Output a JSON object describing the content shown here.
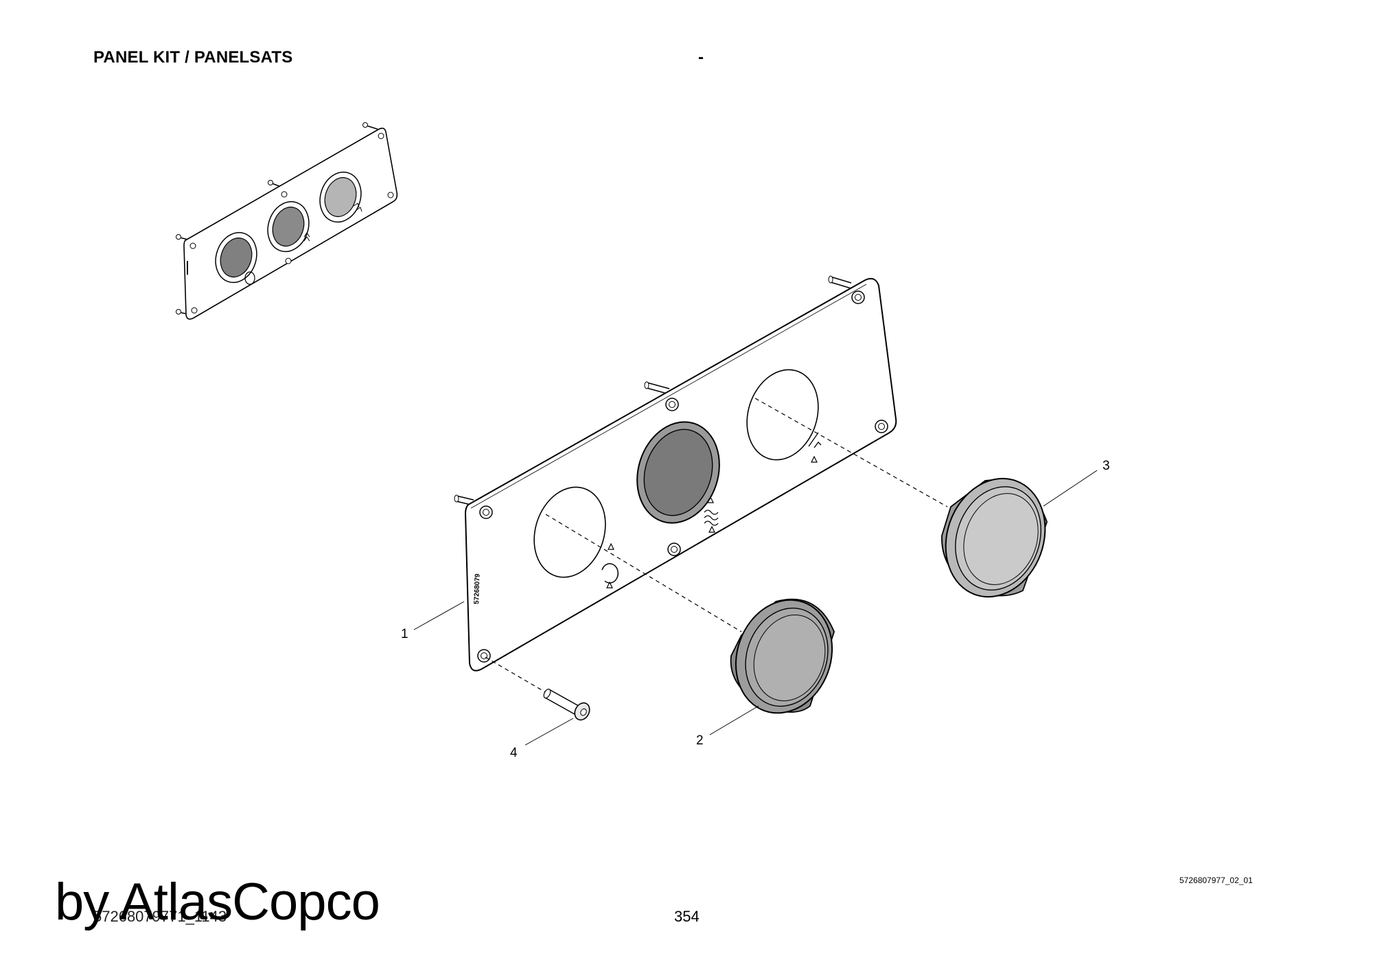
{
  "header": {
    "title": "PANEL KIT / PANELSATS",
    "dash": "-"
  },
  "drawing": {
    "reference": "5726807977_02_01",
    "callouts": [
      {
        "id": "1",
        "label": "1"
      },
      {
        "id": "2",
        "label": "2"
      },
      {
        "id": "3",
        "label": "3"
      },
      {
        "id": "4",
        "label": "4"
      }
    ]
  },
  "footer": {
    "doc_code": "57268079771_1143",
    "page_number": "354",
    "watermark": "by AtlasCopco"
  },
  "colors": {
    "gauge_dark": "#7d7d7d",
    "gauge_mid": "#a9a9a9",
    "gauge_light": "#c6c6c6",
    "panel_fill": "#ffffff"
  }
}
